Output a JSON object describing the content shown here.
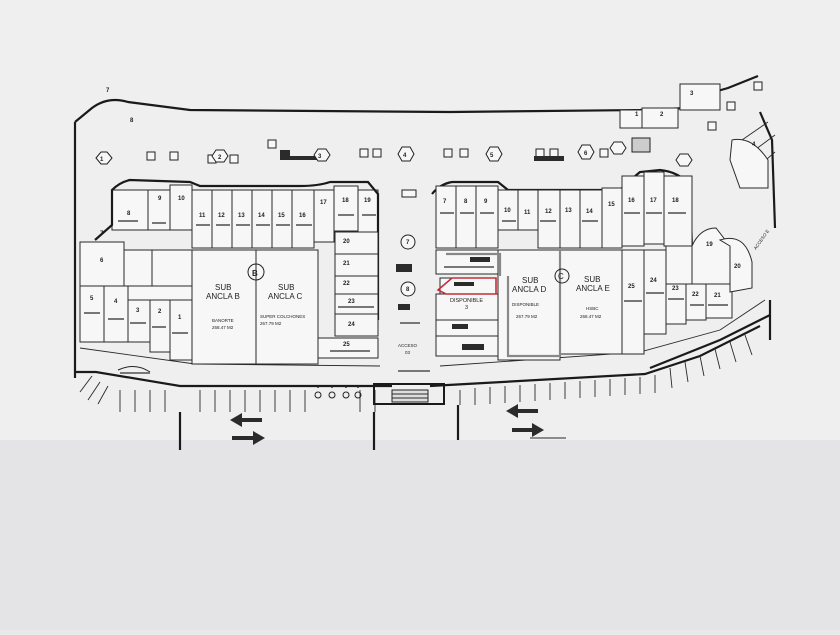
{
  "plan": {
    "units_left_top": [
      "8",
      "9",
      "10",
      "11",
      "12",
      "13",
      "14",
      "15",
      "16",
      "17",
      "18",
      "19"
    ],
    "units_left_side": [
      "7",
      "6",
      "5",
      "4",
      "3",
      "2",
      "1"
    ],
    "unit_20": "20",
    "unit_21": "21",
    "unit_22": "22",
    "unit_23": "23",
    "unit_24": "24",
    "unit_25": "25",
    "anchor_b": {
      "line1": "SUB",
      "line2": "ANCLA B",
      "tenant": "BANORTE",
      "area": "268.47 M2",
      "badge": "B"
    },
    "anchor_c": {
      "line1": "SUB",
      "line2": "ANCLA C",
      "tenant": "SUPER COLCHONES",
      "area": "267.79 M2"
    },
    "anchor_d": {
      "line1": "SUB",
      "line2": "ANCLA D",
      "tenant": "DISPONIBLE",
      "area": "267.79 M2"
    },
    "anchor_e": {
      "line1": "SUB",
      "line2": "ANCLA E",
      "tenant": "HSBC",
      "area": "268.47 M2",
      "badge": "C"
    },
    "disponible_3": {
      "line1": "DISPONIBLE",
      "line2": "3"
    },
    "acceso": {
      "line1": "ACCESO",
      "line2": "03"
    },
    "units_right_top": [
      "7",
      "8",
      "9",
      "10",
      "11",
      "12",
      "13",
      "14",
      "15",
      "16",
      "17",
      "18"
    ],
    "units_right_side": [
      "19",
      "20",
      "21",
      "22",
      "23",
      "24",
      "25"
    ],
    "kiosk_labels": [
      "1",
      "2",
      "3",
      "4",
      "5",
      "6",
      "7",
      "8"
    ],
    "right_small": [
      "1",
      "2",
      "3",
      "4"
    ],
    "acceso_e": "ACCESO E",
    "center_units": [
      "7",
      "6",
      "8",
      "5",
      "1",
      "2"
    ]
  }
}
